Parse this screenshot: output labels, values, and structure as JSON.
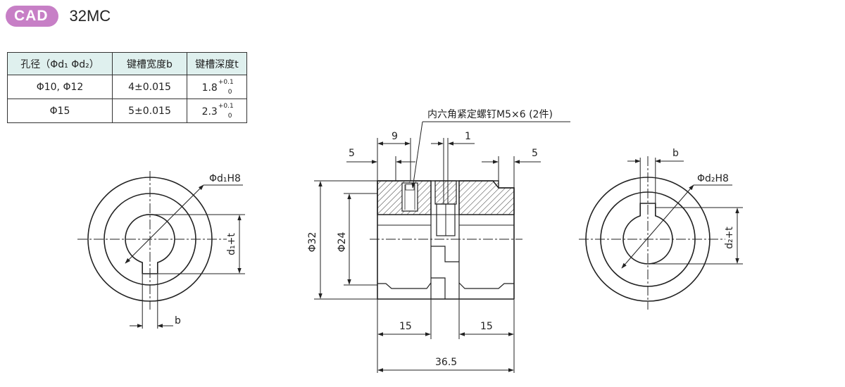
{
  "header": {
    "badge": "CAD",
    "model": "32MC"
  },
  "table": {
    "headers": [
      "孔径（Φd₁ Φd₂）",
      "键槽宽度b",
      "键槽深度t"
    ],
    "rows": [
      {
        "bore": "Φ10, Φ12",
        "width": "4±0.015",
        "depth": "1.8",
        "tol_upper": "+0.1",
        "tol_lower": "0"
      },
      {
        "bore": "Φ15",
        "width": "5±0.015",
        "depth": "2.3",
        "tol_upper": "+0.1",
        "tol_lower": "0"
      }
    ]
  },
  "drawing": {
    "left_view": {
      "bore_label": "Φd₁H8",
      "depth_label": "d₁+t",
      "key_label": "b"
    },
    "side_view": {
      "screw_note": "内六角紧定螺钉M5×6 (2件)",
      "dim_9": "9",
      "dim_1": "1",
      "dim_5_left": "5",
      "dim_5_right": "5",
      "dim_od": "Φ32",
      "dim_hub": "Φ24",
      "dim_15_left": "15",
      "dim_15_right": "15",
      "dim_total": "36.5"
    },
    "right_view": {
      "bore_label": "Φd₂H8",
      "depth_label": "d₂+t",
      "key_label": "b"
    }
  }
}
